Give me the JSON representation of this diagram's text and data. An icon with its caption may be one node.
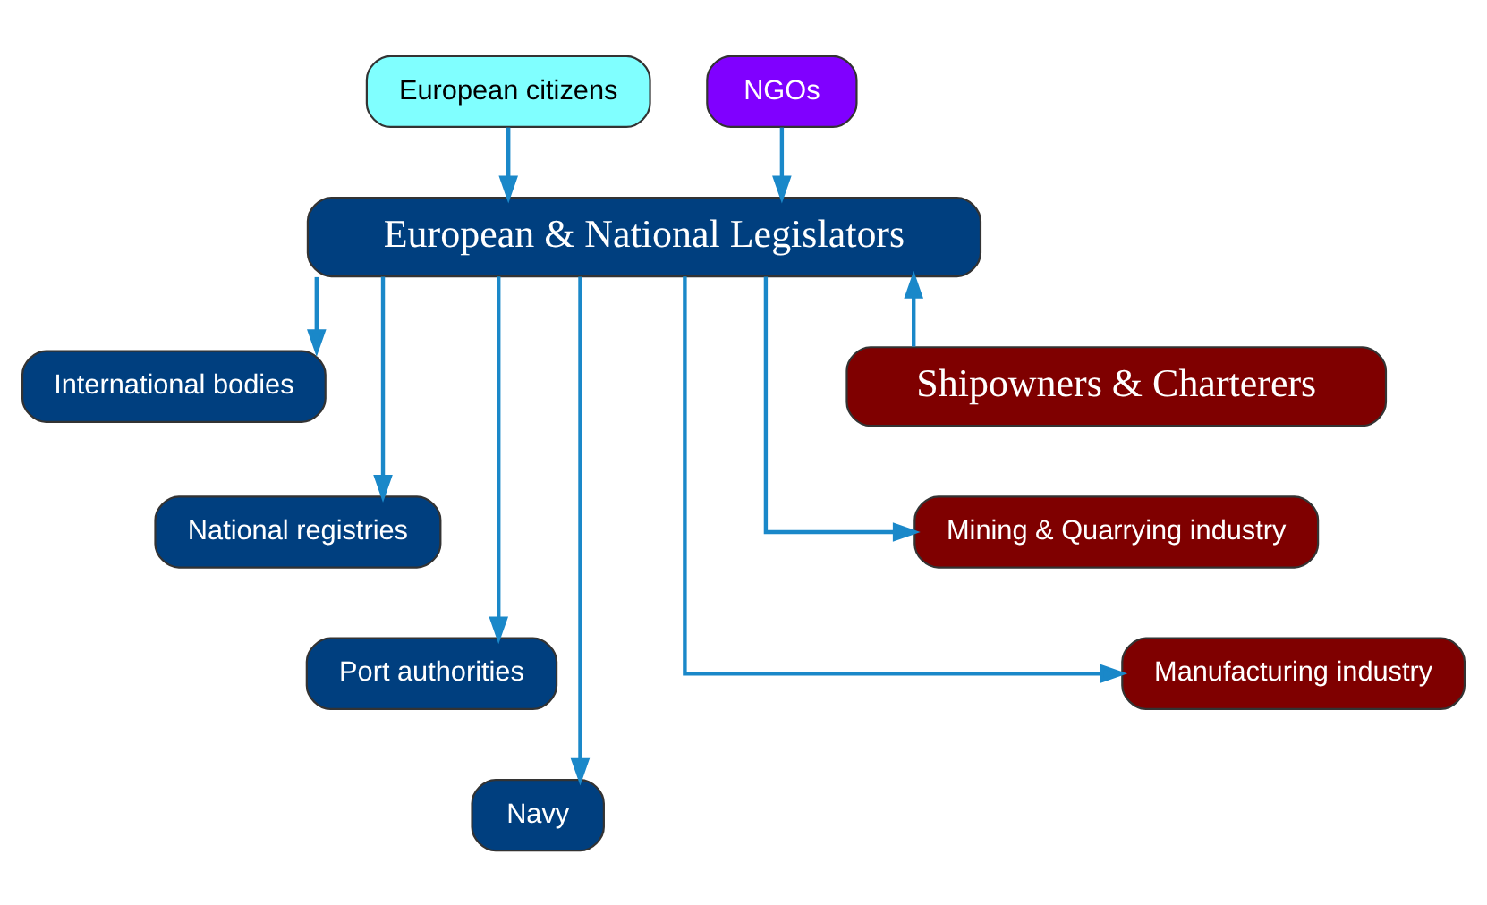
{
  "diagram": {
    "nodes": [
      {
        "text": [
          "European citizens"
        ]
      },
      {
        "text": [
          "NGOs"
        ]
      },
      {
        "text": [
          "European & National Legislators"
        ]
      },
      {
        "text": [
          "International bodies"
        ]
      },
      {
        "text": [
          "National registries"
        ]
      },
      {
        "text": [
          "Port authorities"
        ]
      },
      {
        "text": [
          "Navy"
        ]
      },
      {
        "text": [
          "Shipowners & Charterers"
        ]
      },
      {
        "text": [
          "Mining & Quarrying industry"
        ]
      },
      {
        "text": [
          "Manufacturing industry"
        ]
      }
    ],
    "edges": [
      {
        "from": 0,
        "to": 2,
        "arrow": "to"
      },
      {
        "from": 1,
        "to": 2,
        "arrow": "to"
      },
      {
        "from": 2,
        "to": 3,
        "arrow": "to"
      },
      {
        "from": 2,
        "to": 4,
        "arrow": "to"
      },
      {
        "from": 2,
        "to": 5,
        "arrow": "to"
      },
      {
        "from": 2,
        "to": 6,
        "arrow": "to"
      },
      {
        "from": 7,
        "to": 2,
        "arrow": "to"
      },
      {
        "from": 2,
        "to": 8,
        "arrow": "to"
      },
      {
        "from": 2,
        "to": 9,
        "arrow": "to"
      }
    ]
  }
}
